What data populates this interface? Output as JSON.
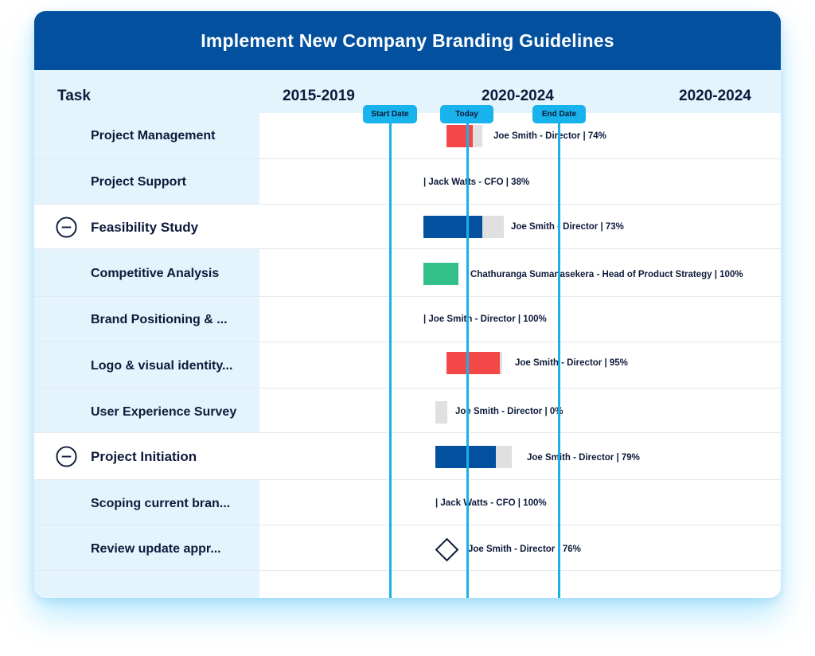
{
  "title": "Implement New Company Branding Guidelines",
  "header": {
    "task_col": "Task",
    "periods": [
      "2015-2019",
      "2020-2024",
      "2020-2024"
    ]
  },
  "markers": {
    "start": "Start Date",
    "today": "Today",
    "end": "End Date"
  },
  "colors": {
    "title_bar": "#03519e",
    "red": "#f44747",
    "blue": "#03519e",
    "green": "#33bf8a",
    "track": "#e0e0e0",
    "marker": "#18b2ec"
  },
  "rows": [
    {
      "label": "Project Management",
      "type": "task",
      "meta": "Joe Smith - Director | 74%",
      "progress": 74,
      "color": "red"
    },
    {
      "label": "Project Support",
      "type": "task",
      "meta": "| Jack Watts - CFO | 38%",
      "progress": 38
    },
    {
      "label": "Feasibility Study",
      "type": "group",
      "meta": "Joe Smith - Director | 73%",
      "progress": 73,
      "color": "blue"
    },
    {
      "label": "Competitive Analysis",
      "type": "task",
      "meta": "Chathuranga Sumanasekera - Head of Product Strategy | 100%",
      "progress": 100,
      "color": "green"
    },
    {
      "label": "Brand Positioning & ...",
      "type": "task",
      "meta": "| Joe Smith - Director | 100%",
      "progress": 100
    },
    {
      "label": "Logo & visual identity...",
      "type": "task",
      "meta": "Joe Smith - Director | 95%",
      "progress": 95,
      "color": "red"
    },
    {
      "label": "User Experience Survey",
      "type": "task",
      "meta": "Joe Smith - Director | 0%",
      "progress": 0
    },
    {
      "label": "Project Initiation",
      "type": "group",
      "meta": "Joe Smith - Director | 79%",
      "progress": 79,
      "color": "blue"
    },
    {
      "label": "Scoping current bran...",
      "type": "task",
      "meta": "| Jack Watts - CFO | 100%",
      "progress": 100
    },
    {
      "label": "Review update appr...",
      "type": "milestone",
      "meta": "Joe Smith - Director | 76%",
      "progress": 76
    }
  ]
}
